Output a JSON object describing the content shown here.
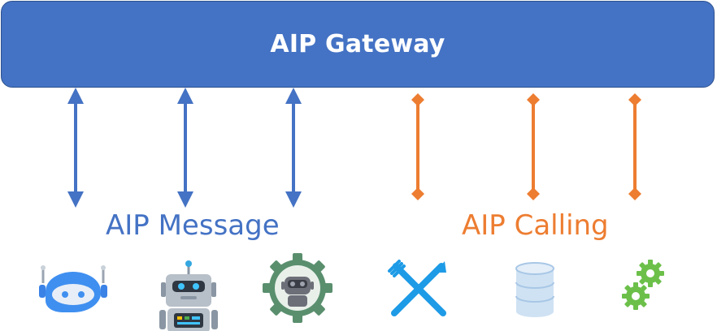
{
  "gateway": {
    "title": "AIP Gateway"
  },
  "groups": {
    "message": {
      "label": "AIP Message",
      "color": "#4472c4"
    },
    "calling": {
      "label": "AIP Calling",
      "color": "#ed7d31"
    }
  },
  "icons": {
    "message": [
      "chat-bot-icon",
      "robot-icon",
      "robot-gear-icon"
    ],
    "calling": [
      "fork-knife-icon",
      "database-icon",
      "gears-icon"
    ]
  }
}
